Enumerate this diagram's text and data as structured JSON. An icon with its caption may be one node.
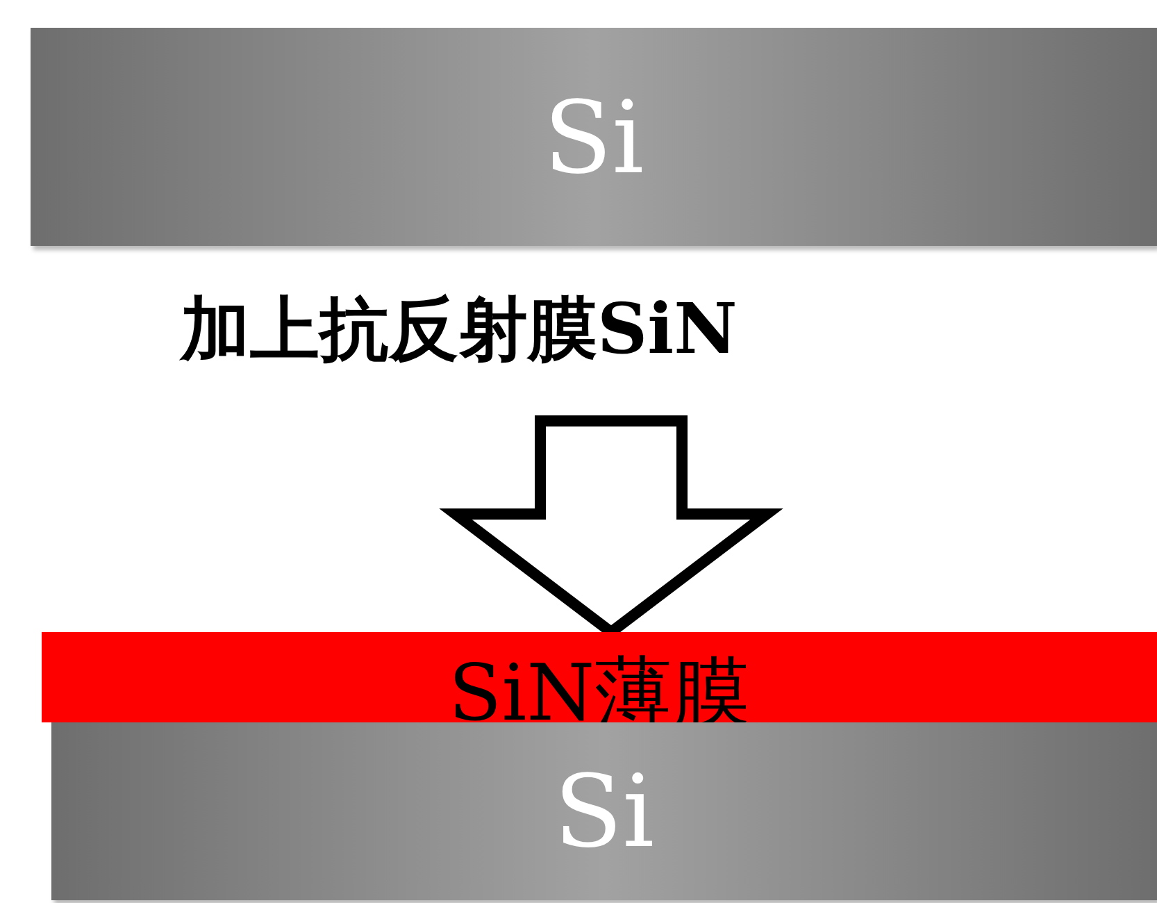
{
  "diagram": {
    "nodes": [
      {
        "text": [
          "Si"
        ]
      },
      {
        "text": [
          "SiN薄膜"
        ]
      },
      {
        "text": [
          "Si"
        ]
      }
    ],
    "edges": [
      {
        "from": 0,
        "to": 1,
        "arrow": "to"
      }
    ],
    "labels": [
      "加上抗反射膜SiN"
    ]
  }
}
